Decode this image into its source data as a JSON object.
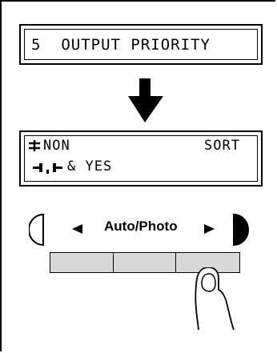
{
  "screen1": {
    "line1": "5  OUTPUT PRIORITY"
  },
  "screen2": {
    "line1_left": "NON",
    "line1_right": "SORT",
    "line2": "& YES"
  },
  "panel": {
    "label": "Auto/Photo",
    "left_key": "left-triangle-icon",
    "right_key": "right-triangle-icon"
  }
}
